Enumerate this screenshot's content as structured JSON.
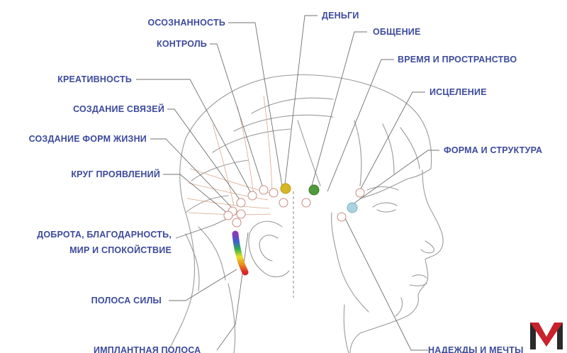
{
  "colors": {
    "label": "#3c4a9c",
    "sketch": "#9a9a9a",
    "pointer": "#707070",
    "grid": "#d9a88a",
    "logo_red": "#c8232c",
    "logo_dark": "#2a2a2a",
    "dot_yellow": "#d6b626",
    "dot_green": "#4f9a3a",
    "dot_blue": "#a9d3e0"
  },
  "labels": {
    "awareness": "ОСОЗНАННОСТЬ",
    "money": "ДЕНЬГИ",
    "communication": "ОБЩЕНИЕ",
    "control": "КОНТРОЛЬ",
    "time_space": "ВРЕМЯ И ПРОСТРАНСТВО",
    "creativity": "КРЕАТИВНОСТЬ",
    "healing": "ИСЦЕЛЕНИЕ",
    "connections": "СОЗДАНИЕ СВЯЗЕЙ",
    "life_forms": "СОЗДАНИЕ ФОРМ ЖИЗНИ",
    "form_structure": "ФОРМА И СТРУКТУРА",
    "manifestation": "КРУГ ПРОЯВЛЕНИЙ",
    "kindness_1": "ДОБРОТА, БЛАГОДАРНОСТЬ,",
    "kindness_2": "МИР И СПОКОЙСТВИЕ",
    "power_strip": "ПОЛОСА СИЛЫ",
    "implant_strip": "ИМПЛАНТНАЯ ПОЛОСА",
    "hopes_dreams": "НАДЕЖДЫ И МЕЧТЫ"
  },
  "icons": {
    "logo": "letter-m-logo"
  }
}
